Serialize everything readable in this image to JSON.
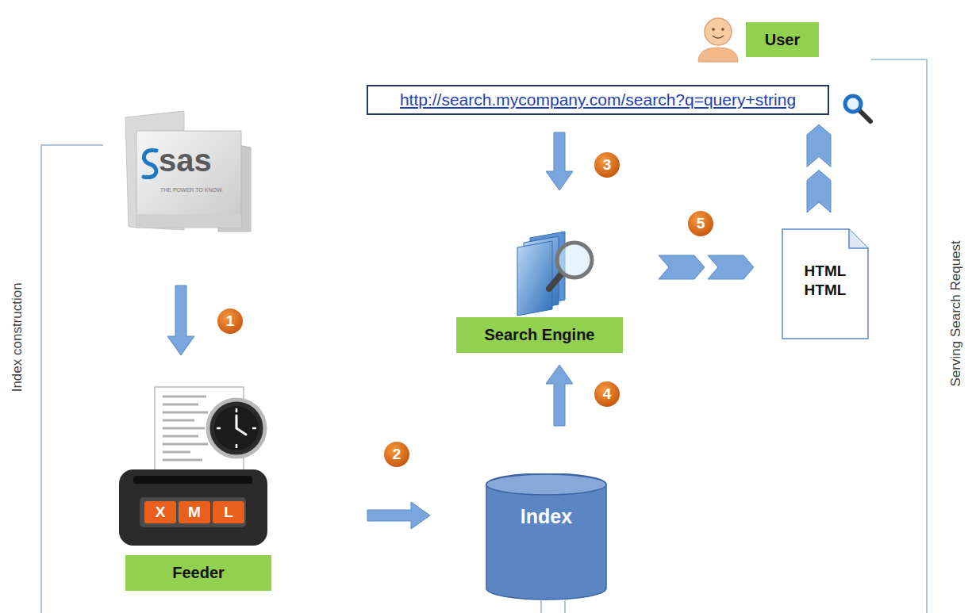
{
  "diagram": {
    "nodes": [
      {
        "text": [
          "User"
        ]
      },
      {
        "text": [
          "http://search.mycompany.com/search?q=query+string"
        ]
      },
      {
        "text": [
          "sas",
          "THE POWER TO KNOW."
        ]
      },
      {
        "text": [
          "Search Engine"
        ]
      },
      {
        "text": [
          "HTML HTML"
        ]
      },
      {
        "text": [
          "Feeder"
        ]
      },
      {
        "text": [
          "Index"
        ]
      }
    ],
    "edges": [
      {
        "from": 2,
        "to": 5,
        "arrow": "to"
      },
      {
        "from": 5,
        "to": 6,
        "arrow": "to"
      },
      {
        "from": 1,
        "to": 3,
        "arrow": "to"
      },
      {
        "from": 6,
        "to": 3,
        "arrow": "to"
      },
      {
        "from": 3,
        "to": 4,
        "arrow": "to"
      },
      {
        "from": 4,
        "to": 1,
        "arrow": "to"
      }
    ],
    "labels": [
      "Index construction",
      "Serving Search Request",
      "1",
      "2",
      "3",
      "4",
      "5",
      "X",
      "M",
      "L"
    ]
  }
}
